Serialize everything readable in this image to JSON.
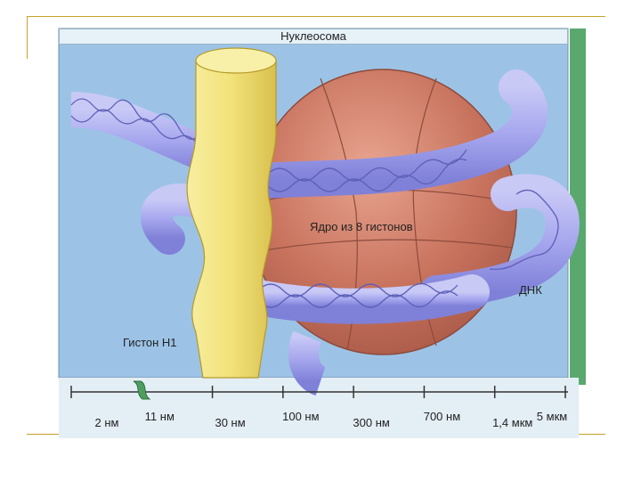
{
  "diagram": {
    "title": "Нуклеосома",
    "labels": {
      "core": "Ядро из 8 гистонов",
      "dna": "ДНК",
      "histone": "Гистон H1"
    },
    "scale": {
      "ticks": [
        {
          "label": "2 нм",
          "row": "low"
        },
        {
          "label": "11 нм",
          "row": "high"
        },
        {
          "label": "30 нм",
          "row": "low"
        },
        {
          "label": "100 нм",
          "row": "high"
        },
        {
          "label": "300 нм",
          "row": "low"
        },
        {
          "label": "700 нм",
          "row": "high"
        },
        {
          "label": "1,4 мкм",
          "row": "low"
        },
        {
          "label": "5 мкм",
          "row": "high"
        }
      ]
    },
    "colors": {
      "background": "#9cc3e6",
      "core": "#c8735e",
      "dna": "#a6a7ee",
      "histone": "#f2e27a",
      "frame": "#c9a227"
    }
  }
}
